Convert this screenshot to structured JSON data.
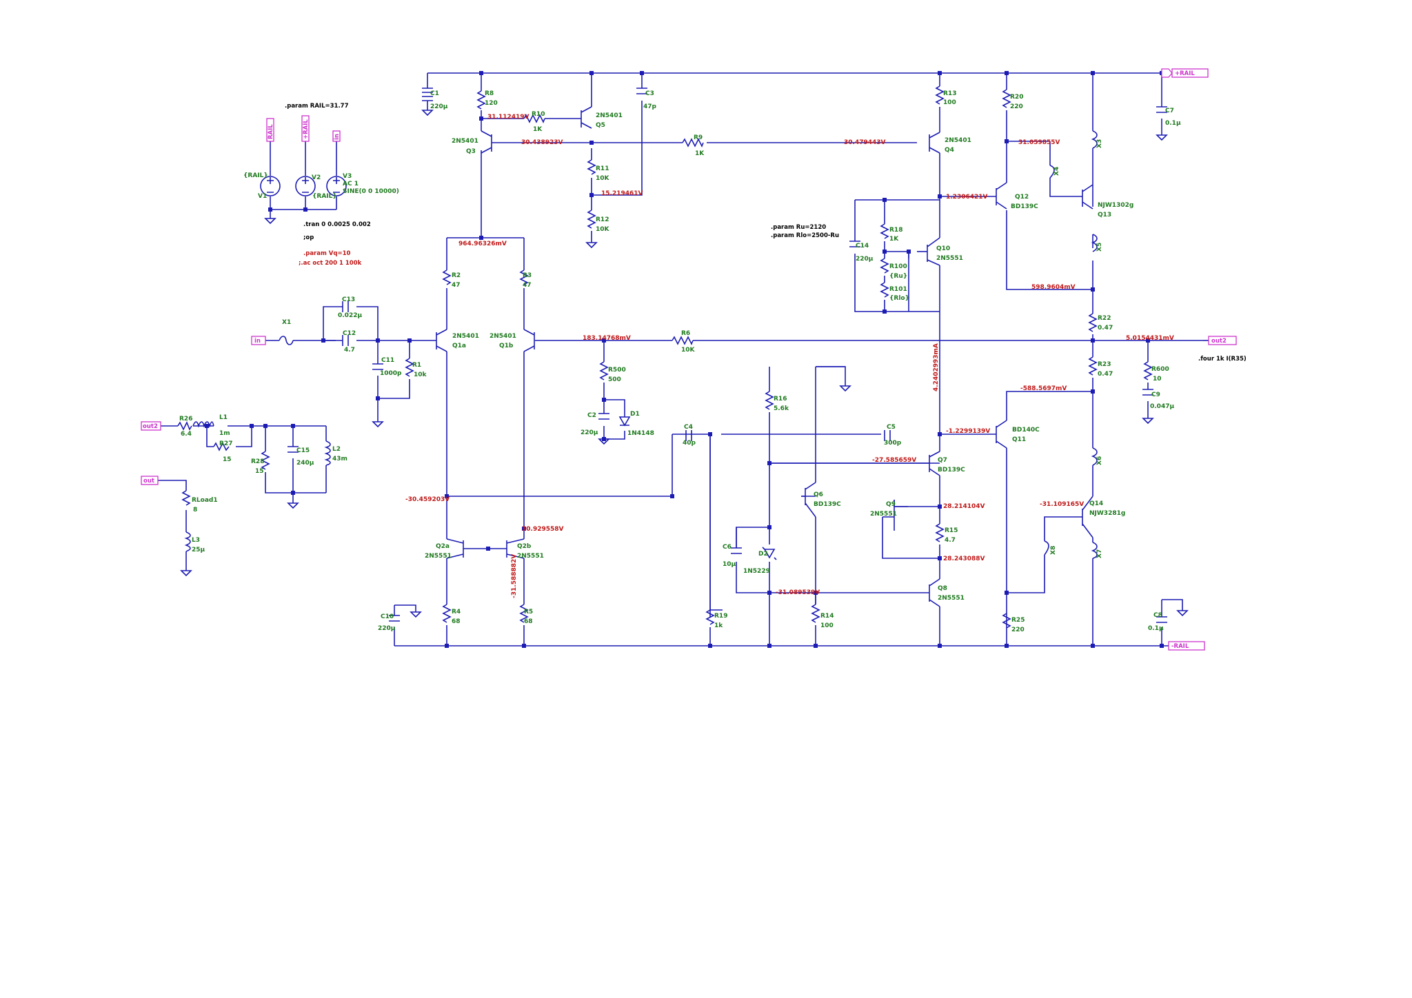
{
  "colors": {
    "wire": "#1c1cb4",
    "label": "#1f7a1f",
    "voltage": "#c01818",
    "net": "#cc33cc",
    "directive": "#000000"
  },
  "directives": {
    "param_rail": ".param RAIL=31.77",
    "tran": ".tran 0 0.0025 0.002",
    "op": ";op",
    "param_vq": ".param Vq=10",
    "ac": ";.ac oct 200 1 100k",
    "param_ru": ".param Ru=2120",
    "param_rlo": ".param Rlo=2500-Ru",
    "four": ".four 1k I(R35)"
  },
  "nets": {
    "plus_rail": "+RAIL",
    "minus_rail": "-RAIL",
    "in": "in",
    "out2": "out2",
    "out": "out",
    "rail": "RAIL"
  },
  "sources": {
    "v1": "V1",
    "v1_val": "{RAIL}",
    "v2": "V2",
    "v2_val": "{RAIL}",
    "v3": "V3",
    "v3_ac": "AC 1",
    "v3_sine": "SINE(0 0 10000)"
  },
  "components": {
    "c1": "C1",
    "c1_v": "220µ",
    "r8": "R8",
    "r8_v": "120",
    "r10": "R10",
    "r10_v": "1K",
    "q5": "Q5",
    "q5_t": "2N5401",
    "c3": "C3",
    "c3_v": "47p",
    "q3": "Q3",
    "q3_t": "2N5401",
    "r9": "R9",
    "r9_v": "1K",
    "r11": "R11",
    "r11_v": "10K",
    "r12": "R12",
    "r12_v": "10K",
    "r13": "R13",
    "r13_v": "100",
    "q4": "Q4",
    "q4_t": "2N5401",
    "r20": "R20",
    "r20_v": "220",
    "x3": "X3",
    "x4": "X4",
    "x5": "X5",
    "x6": "X6",
    "x7": "X7",
    "x8": "X8",
    "x1": "X1",
    "c7": "C7",
    "c7_v": "0.1µ",
    "q12": "Q12",
    "q12_t": "BD139C",
    "q13": "Q13",
    "q13_t": "NJW1302g",
    "r18": "R18",
    "r18_v": "1K",
    "c14": "C14",
    "c14_v": "220µ",
    "r100": "R100",
    "r100_v": "{Ru}",
    "r101": "R101",
    "r101_v": "{Rlo}",
    "q10": "Q10",
    "q10_t": "2N5551",
    "r2": "R2",
    "r2_v": "47",
    "r3": "R3",
    "r3_v": "47",
    "c13": "C13",
    "c13_v": "0.022µ",
    "c12": "C12",
    "c12_v": "4.7",
    "c11": "C11",
    "c11_v": "1000p",
    "r1": "R1",
    "r1_v": "10k",
    "q1a": "Q1a",
    "q1a_t": "2N5401",
    "q1b": "Q1b",
    "q1b_t": "2N5401",
    "r6": "R6",
    "r6_v": "10K",
    "r500": "R500",
    "r500_v": "500",
    "c2": "C2",
    "c2_v": "220µ",
    "d1": "D1",
    "d1_t": "1N4148",
    "r22": "R22",
    "r22_v": "0.47",
    "r23": "R23",
    "r23_v": "0.47",
    "r600": "R600",
    "r600_v": "10",
    "c9": "C9",
    "c9_v": "0.047µ",
    "r16": "R16",
    "r16_v": "5.6k",
    "c4": "C4",
    "c4_v": "40p",
    "c5": "C5",
    "c5_v": "300p",
    "q11": "Q11",
    "q11_t": "BD140C",
    "q7": "Q7",
    "q7_t": "BD139C",
    "q6": "Q6",
    "q6_t": "BD139C",
    "q9": "Q9",
    "q9_t": "2N5551",
    "r15": "R15",
    "r15_v": "4.7",
    "q14": "Q14",
    "q14_t": "NJW3281g",
    "q2a": "Q2a",
    "q2a_t": "2N5551",
    "q2b": "Q2b",
    "q2b_t": "2N5551",
    "c6": "C6",
    "c6_v": "10µ",
    "d2": "D2",
    "d2_t": "1N5229",
    "q8": "Q8",
    "q8_t": "2N5551",
    "c10": "C10",
    "c10_v": "220µ",
    "r4": "R4",
    "r4_v": "68",
    "r5": "R5",
    "r5_v": "68",
    "r19": "R19",
    "r19_v": "1k",
    "r14": "R14",
    "r14_v": "100",
    "r25": "R25",
    "r25_v": "220",
    "c8": "C8",
    "c8_v": "0.1µ",
    "r26": "R26",
    "r26_v": "6.4",
    "l1": "L1",
    "l1_v": "1m",
    "r27": "R27",
    "r27_v": "15",
    "r28": "R28",
    "r28_v": "15",
    "c15": "C15",
    "c15_v": "240µ",
    "l2": "L2",
    "l2_v": "43m",
    "rload1": "RLoad1",
    "rload1_v": "8",
    "l3": "L3",
    "l3_v": "25µ"
  },
  "voltages": {
    "v1": "31.112419V",
    "v2": "30.438923V",
    "v3": "30.479443V",
    "v4": "15.219461V",
    "v5": "1.2306421V",
    "v6": "31.059855V",
    "v7": "964.96326mV",
    "v8": "598.9604mV",
    "v9": "183.14768mV",
    "v10": "5.0154431mV",
    "v11": "4.2402993mA",
    "v12": "-588.5697mV",
    "v13": "-1.2299139V",
    "v14": "-27.585659V",
    "v15": "-30.459203V",
    "v16": "28.214104V",
    "v17": "-31.109165V",
    "v18": "30.929558V",
    "v19": "28.243088V",
    "v20": "-31.588882V",
    "v21": "-31.089539V"
  }
}
